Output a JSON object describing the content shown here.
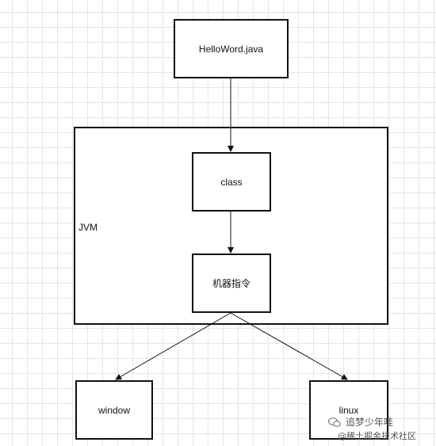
{
  "diagram": {
    "nodes": {
      "source": "HelloWord.java",
      "bytecode": "class",
      "machine": "机器指令",
      "windows": "window",
      "linux": "linux"
    },
    "jvm_label": "JVM",
    "edges": [
      {
        "from": "source",
        "to": "bytecode"
      },
      {
        "from": "bytecode",
        "to": "machine"
      },
      {
        "from": "machine",
        "to": "windows"
      },
      {
        "from": "machine",
        "to": "linux"
      }
    ]
  },
  "watermark": {
    "line1": "追梦少年哇",
    "line2": "@稀土掘金技术社区"
  },
  "colors": {
    "stroke": "#111111",
    "grid": "#e6e6e6"
  }
}
